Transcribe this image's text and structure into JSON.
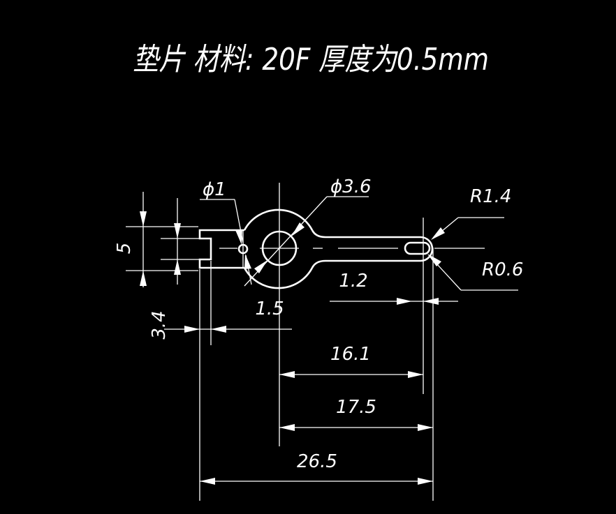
{
  "drawing": {
    "title": "垫片  材料: 20F  厚度为0.5mm",
    "dimensions": {
      "hole_diameter": "ϕ1",
      "center_diameter": "ϕ3.6",
      "outer_radius": "R1.4",
      "slot_radius": "R0.6",
      "height": "5",
      "notch_height": "3.4",
      "notch_depth": "1.5",
      "slot_width": "1.2",
      "slot_center": "16.1",
      "arm_length": "17.5",
      "overall_length": "26.5"
    }
  },
  "colors": {
    "background": "#000000",
    "line": "#ffffff"
  }
}
